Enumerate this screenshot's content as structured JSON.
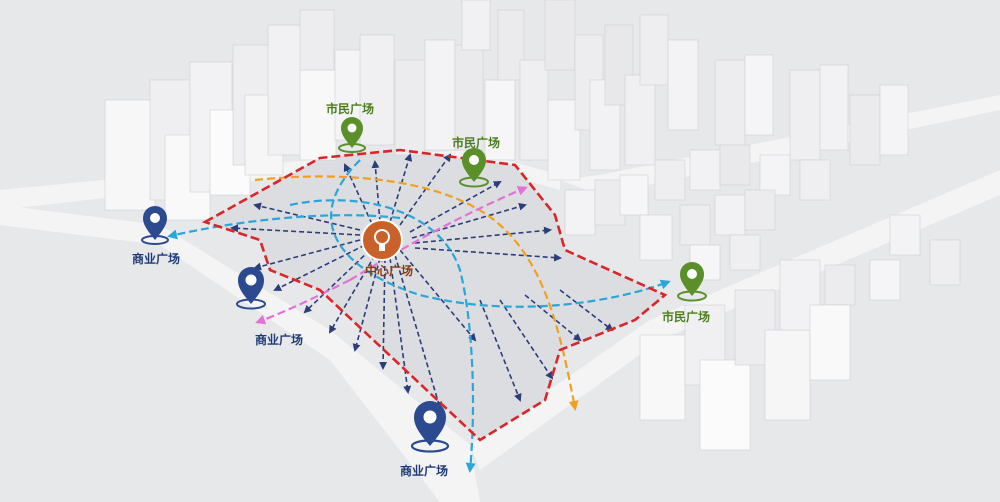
{
  "labels": {
    "civic_top": "市民广场",
    "civic_mid": "市民广场",
    "civic_right": "市民广场",
    "commercial_left": "商业广场",
    "commercial_mid": "商业广场",
    "commercial_bottom": "商业广场",
    "center": "中心广场"
  },
  "colors": {
    "boundary": "#d9262a",
    "civic_pin": "#5a8f2a",
    "commercial_pin": "#2c4a8f",
    "center_pin": "#c9622a",
    "axis_cyan": "#2aa6d8",
    "axis_orange": "#f0a020",
    "axis_pink": "#e470d8",
    "radial_navy": "#2c3e7a"
  }
}
